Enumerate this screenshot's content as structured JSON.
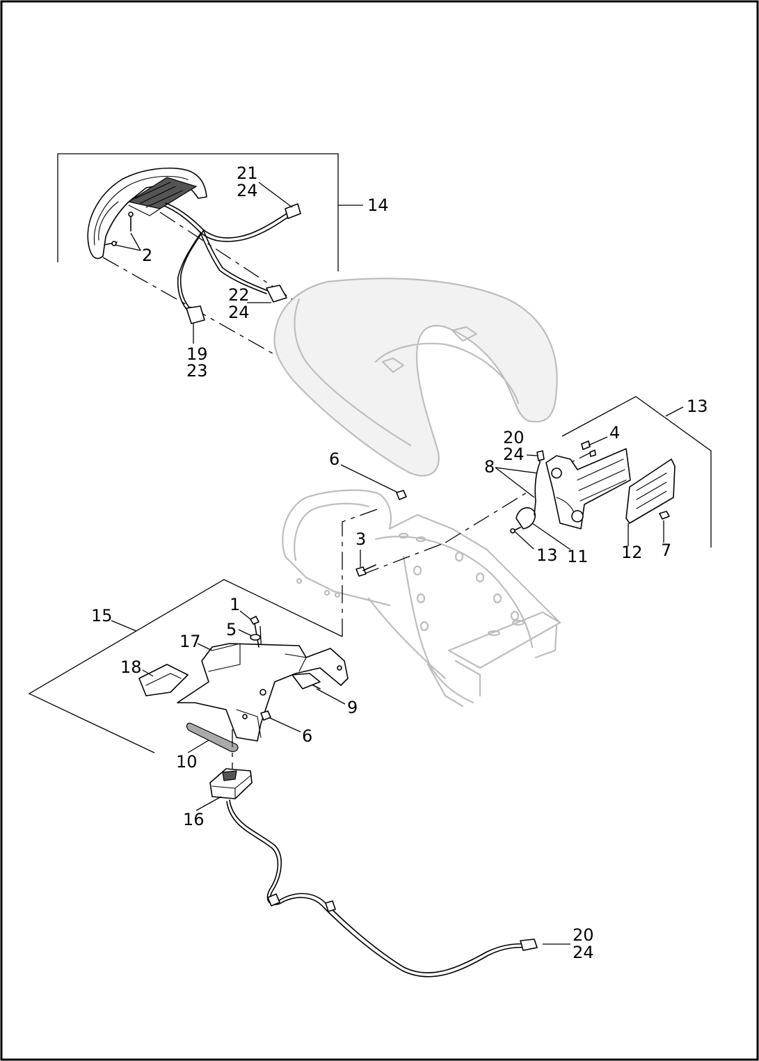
{
  "diagram": {
    "callouts": {
      "c1": "1",
      "c2": "2",
      "c3": "3",
      "c4": "4",
      "c5": "5",
      "c6a": "6",
      "c6b": "6",
      "c7": "7",
      "c8": "8",
      "c9": "9",
      "c10": "10",
      "c11": "11",
      "c12": "12",
      "c13a": "13",
      "c13b": "13",
      "c14": "14",
      "c15": "15",
      "c16": "16",
      "c17": "17",
      "c18": "18",
      "c19": "19",
      "c23": "23",
      "c20a": "20",
      "c24a": "24",
      "c20b": "20",
      "c24b": "24",
      "c21": "21",
      "c24c": "24",
      "c22": "22",
      "c24d": "24"
    }
  }
}
